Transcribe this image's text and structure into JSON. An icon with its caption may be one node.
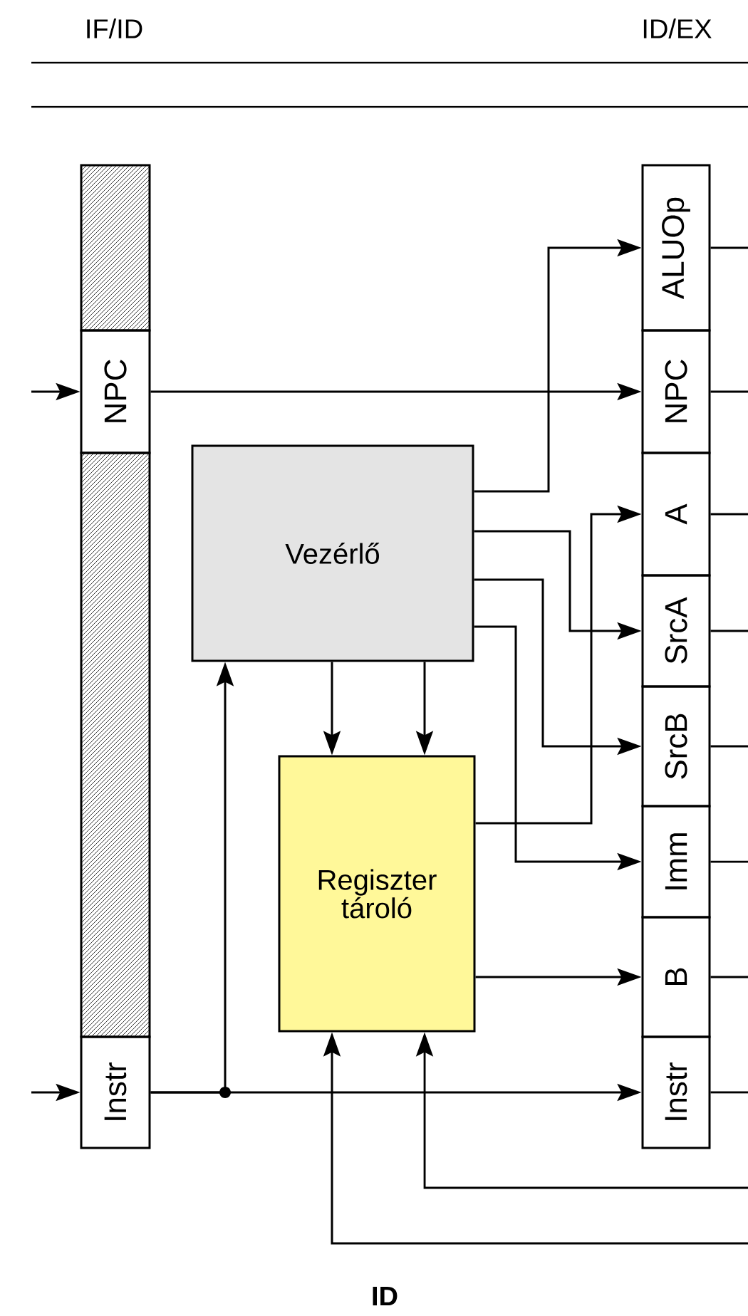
{
  "diagram": {
    "nodes": [
      {
        "text": [
          "NPC"
        ]
      },
      {
        "text": [
          "ALUOp"
        ]
      },
      {
        "text": [
          "NPC"
        ]
      },
      {
        "text": [
          "Vezérlő"
        ]
      },
      {
        "text": [
          "A"
        ]
      },
      {
        "text": [
          "SrcA"
        ]
      },
      {
        "text": [
          "SrcB"
        ]
      },
      {
        "text": [
          "Regiszter tároló"
        ]
      },
      {
        "text": [
          "Imm"
        ]
      },
      {
        "text": [
          "B"
        ]
      },
      {
        "text": [
          "Instr"
        ]
      },
      {
        "text": [
          "Instr"
        ]
      },
      {
        "text": [],
        "shape": "box"
      },
      {
        "text": [],
        "shape": "box"
      }
    ],
    "edges": [
      {
        "from": null,
        "to": 0,
        "arrow": "to"
      },
      {
        "from": null,
        "to": 10,
        "arrow": "to"
      },
      {
        "from": 0,
        "to": 2,
        "arrow": "to"
      },
      {
        "from": 10,
        "to": 11,
        "arrow": "to"
      },
      {
        "from": 10,
        "to": 3,
        "arrow": "to"
      },
      {
        "from": 3,
        "to": 1,
        "arrow": "to"
      },
      {
        "from": 3,
        "to": 5,
        "arrow": "to"
      },
      {
        "from": 3,
        "to": 6,
        "arrow": "to"
      },
      {
        "from": 3,
        "to": 8,
        "arrow": "to"
      },
      {
        "from": 3,
        "to": 7,
        "arrow": "to"
      },
      {
        "from": 3,
        "to": 7,
        "arrow": "to"
      },
      {
        "from": 7,
        "to": 4,
        "arrow": "to"
      },
      {
        "from": 7,
        "to": 9,
        "arrow": "to"
      },
      {
        "from": null,
        "to": 7,
        "arrow": "to"
      },
      {
        "from": null,
        "to": 7,
        "arrow": "to"
      },
      {
        "from": 1,
        "to": null,
        "arrow": "none"
      },
      {
        "from": 2,
        "to": null,
        "arrow": "none"
      },
      {
        "from": 4,
        "to": null,
        "arrow": "none"
      },
      {
        "from": 5,
        "to": null,
        "arrow": "none"
      },
      {
        "from": 6,
        "to": null,
        "arrow": "none"
      },
      {
        "from": 8,
        "to": null,
        "arrow": "none"
      },
      {
        "from": 9,
        "to": null,
        "arrow": "none"
      },
      {
        "from": 11,
        "to": null,
        "arrow": "none"
      }
    ],
    "labels": [
      "IF/ID",
      "ID/EX",
      "ID"
    ]
  }
}
